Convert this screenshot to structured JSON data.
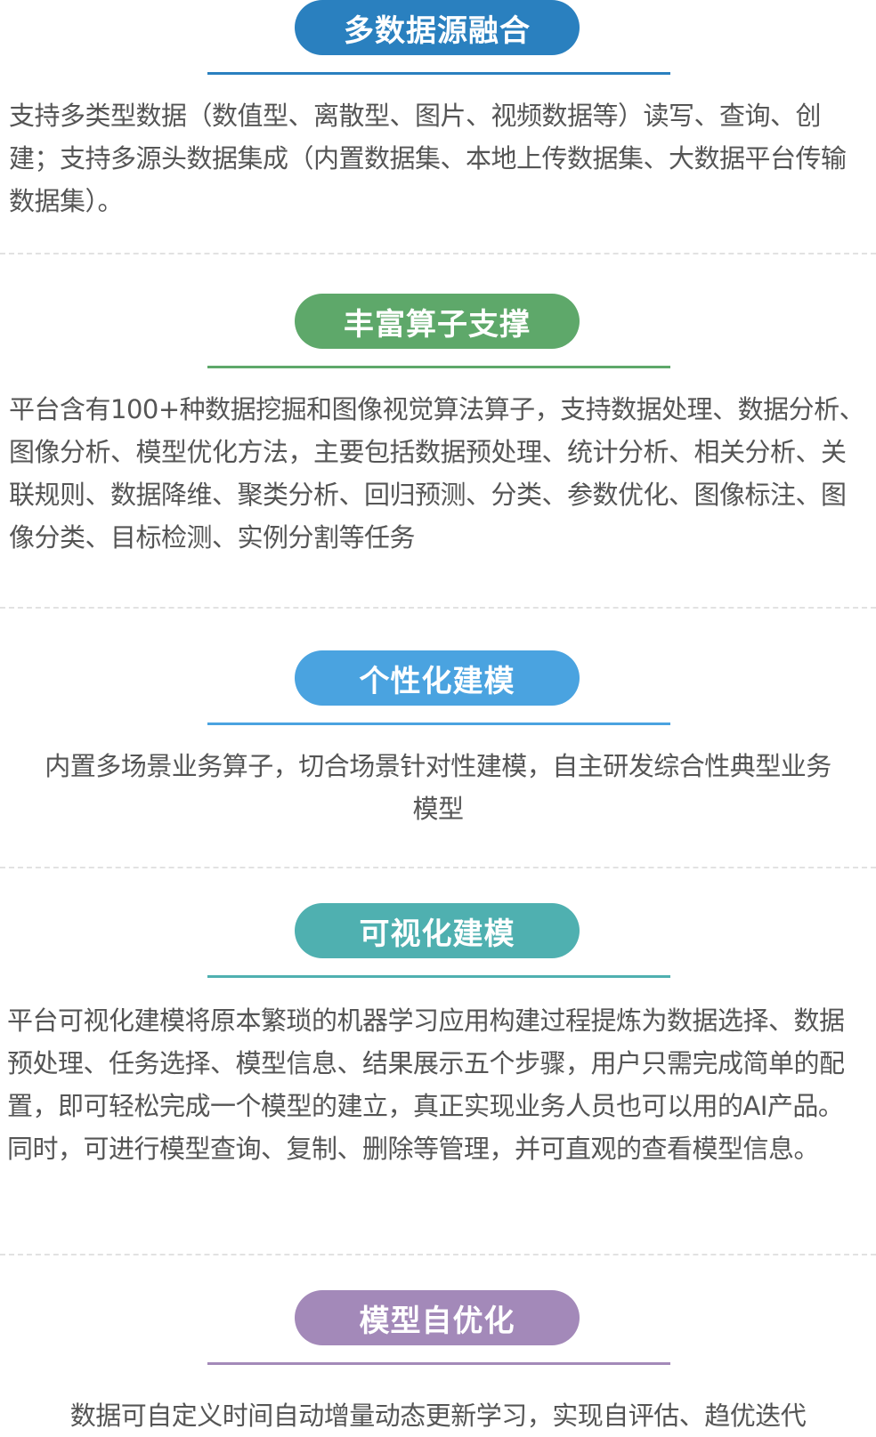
{
  "colors": {
    "multi_source": "#2a80bf",
    "operators": "#5ea86a",
    "personalized": "#4aa3e0",
    "visual": "#4fb0b0",
    "self_opt": "#a389b9",
    "text": "#555555"
  },
  "sections": [
    {
      "title": "多数据源融合",
      "body": "支持多类型数据（数值型、离散型、图片、视频数据等）读写、查询、创建；支持多源头数据集成（内置数据集、本地上传数据集、大数据平台传输数据集）。"
    },
    {
      "title": "丰富算子支撑",
      "body": "平台含有100+种数据挖掘和图像视觉算法算子，支持数据处理、数据分析、图像分析、模型优化方法，主要包括数据预处理、统计分析、相关分析、关联规则、数据降维、聚类分析、回归预测、分类、参数优化、图像标注、图像分类、目标检测、实例分割等任务"
    },
    {
      "title": "个性化建模",
      "body": "内置多场景业务算子，切合场景针对性建模，自主研发综合性典型业务模型"
    },
    {
      "title": "可视化建模",
      "body": "平台可视化建模将原本繁琐的机器学习应用构建过程提炼为数据选择、数据预处理、任务选择、模型信息、结果展示五个步骤，用户只需完成简单的配置，即可轻松完成一个模型的建立，真正实现业务人员也可以用的AI产品。同时，可进行模型查询、复制、删除等管理，并可直观的查看模型信息。"
    },
    {
      "title": "模型自优化",
      "body": "数据可自定义时间自动增量动态更新学习，实现自评估、趋优迭代"
    }
  ]
}
